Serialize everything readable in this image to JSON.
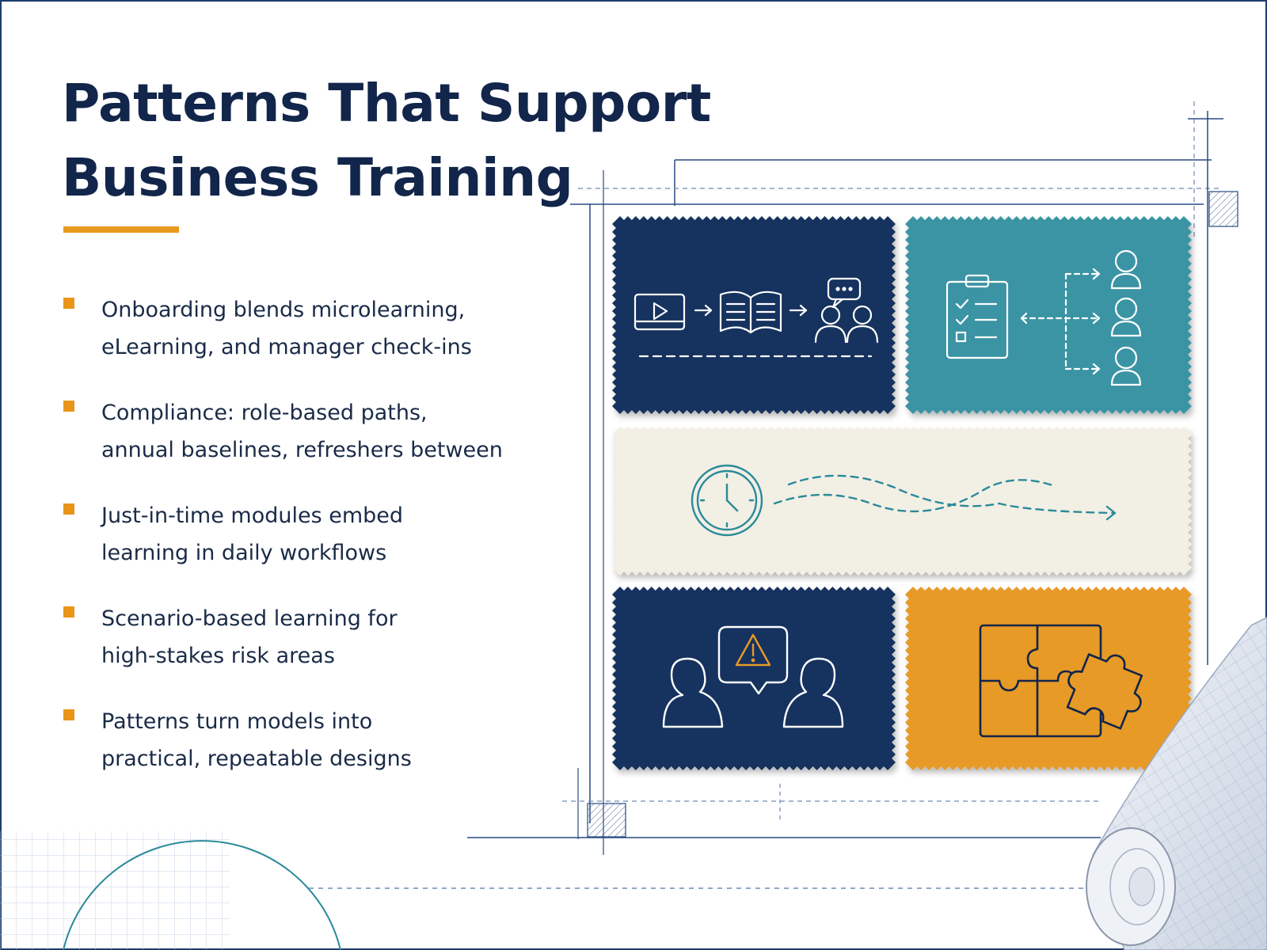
{
  "slide": {
    "title_lines": [
      "Patterns That Support",
      "Business Training"
    ],
    "accent_color": "#e89a1e",
    "bullets": [
      {
        "lines": [
          "Onboarding blends microlearning,",
          "eLearning, and manager check-ins"
        ]
      },
      {
        "lines": [
          "Compliance: role-based paths,",
          "annual baselines, refreshers between"
        ]
      },
      {
        "lines": [
          "Just-in-time modules embed",
          "learning in daily workflows"
        ]
      },
      {
        "lines": [
          "Scenario-based learning for",
          "high-stakes risk areas"
        ]
      },
      {
        "lines": [
          "Patterns turn models into",
          "practical, repeatable designs"
        ]
      }
    ]
  },
  "tiles": [
    {
      "name": "onboarding-tile",
      "color": "#13305e",
      "icons": [
        "video-play-icon",
        "arrow-right-icon",
        "open-book-icon",
        "arrow-right-icon",
        "chat-bubble-icon",
        "two-people-icon"
      ]
    },
    {
      "name": "compliance-tile",
      "color": "#3a94a4",
      "icons": [
        "clipboard-checklist-icon",
        "branching-arrows-icon",
        "person-icon",
        "person-icon",
        "person-icon"
      ]
    },
    {
      "name": "just-in-time-tile",
      "color": "#f2efe4",
      "icons": [
        "clock-icon",
        "wavy-path-arrow-icon"
      ]
    },
    {
      "name": "scenario-tile",
      "color": "#13305e",
      "icons": [
        "warning-speech-bubble-icon",
        "two-person-silhouettes-icon"
      ]
    },
    {
      "name": "patterns-tile",
      "color": "#e79a27",
      "icons": [
        "puzzle-pieces-icon"
      ]
    }
  ],
  "decor": [
    "blueprint-lines",
    "rolled-blueprint-icon",
    "grid-corner",
    "circle-arc"
  ]
}
